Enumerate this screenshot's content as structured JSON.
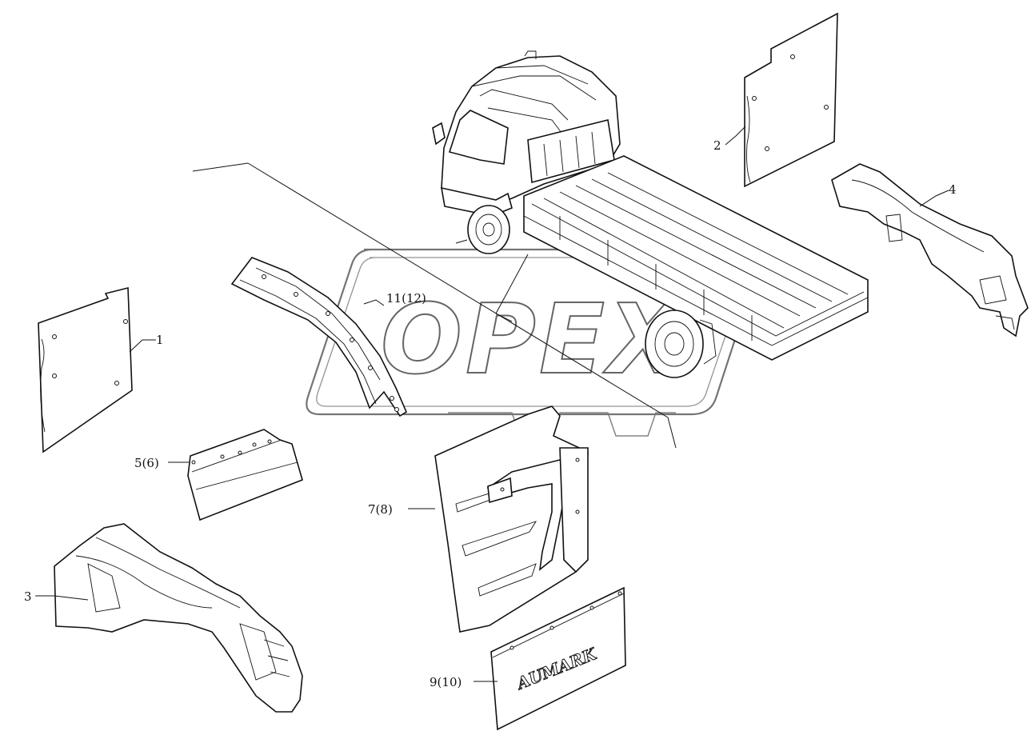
{
  "watermark": {
    "text": "OPEX"
  },
  "callouts": [
    {
      "id": "c1",
      "text": "1"
    },
    {
      "id": "c2",
      "text": "2"
    },
    {
      "id": "c3",
      "text": "3"
    },
    {
      "id": "c4",
      "text": "4"
    },
    {
      "id": "c5",
      "text": "5(6)"
    },
    {
      "id": "c7",
      "text": "7(8)"
    },
    {
      "id": "c9",
      "text": "9(10)"
    },
    {
      "id": "c11",
      "text": "11(12)"
    }
  ],
  "mudflap": {
    "brand": "AUMARK"
  }
}
